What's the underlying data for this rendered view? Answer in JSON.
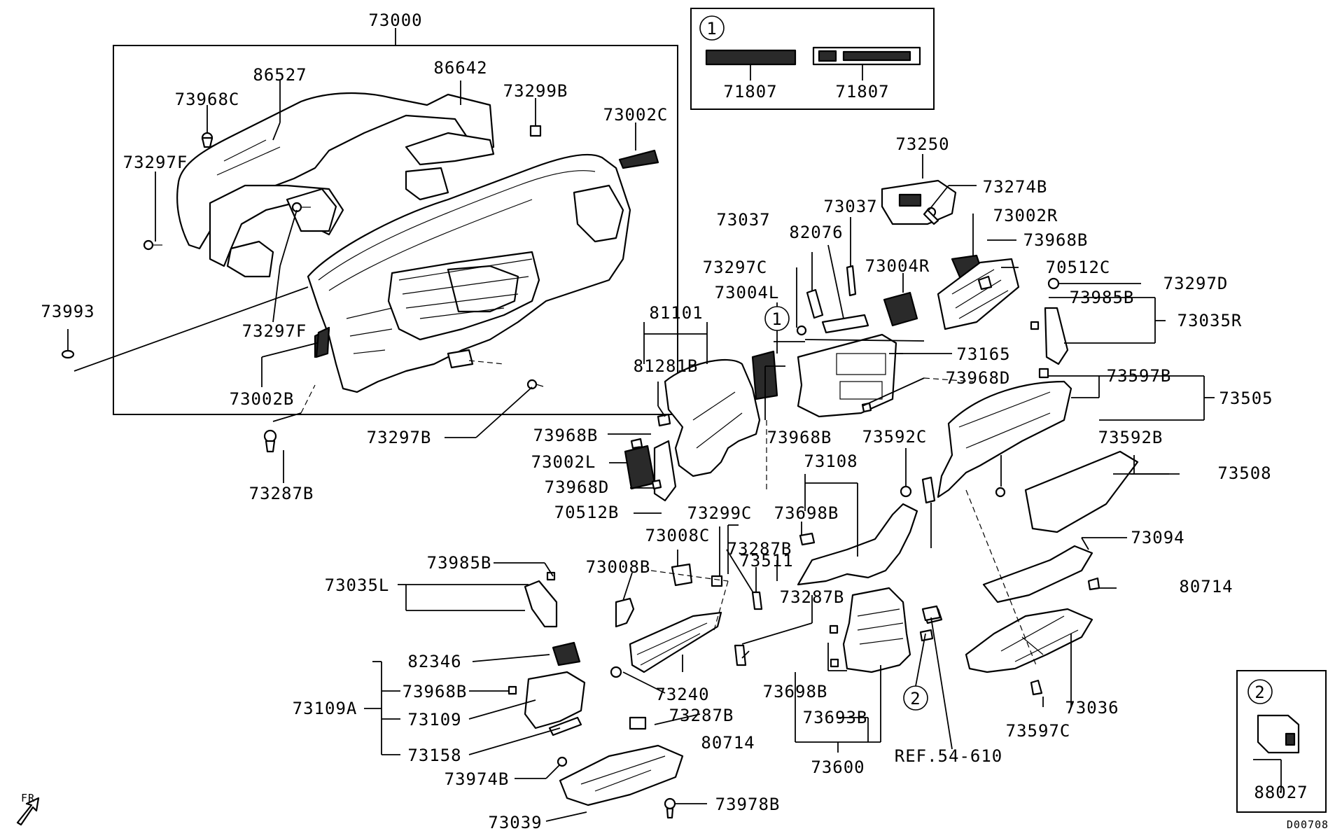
{
  "diagram": {
    "drawing_code": "D00708",
    "orientation_label": "FR",
    "part_numbers": {
      "p73000": "73000",
      "p86527": "86527",
      "p86642": "86642",
      "p73968C": "73968C",
      "p73299B": "73299B",
      "p73002C": "73002C",
      "p73297F_a": "73297F",
      "p73297F_b": "73297F",
      "p73993": "73993",
      "p73002B": "73002B",
      "p73297B": "73297B",
      "p73287B_a": "73287B",
      "p71807_a": "71807",
      "p71807_b": "71807",
      "p73250": "73250",
      "p73274B": "73274B",
      "p73037_a": "73037",
      "p73002R": "73002R",
      "p73037_b": "73037",
      "p82076": "82076",
      "p73968B_a": "73968B",
      "p73297C": "73297C",
      "p73004R": "73004R",
      "p70512C": "70512C",
      "p73297D": "73297D",
      "p73004L": "73004L",
      "p73985B_a": "73985B",
      "p73035R": "73035R",
      "p81101": "81101",
      "p73165": "73165",
      "p81281B": "81281B",
      "p73968D_a": "73968D",
      "p73597B": "73597B",
      "p73505": "73505",
      "p73968B_b": "73968B",
      "p73968B_c": "73968B",
      "p73592C": "73592C",
      "p73002L": "73002L",
      "p73592B": "73592B",
      "p73108": "73108",
      "p73508": "73508",
      "p73968D_b": "73968D",
      "p70512B": "70512B",
      "p73299C": "73299C",
      "p73698B_a": "73698B",
      "p73008C": "73008C",
      "p73287B_b": "73287B",
      "p73094": "73094",
      "p73985B_b": "73985B",
      "p73008B": "73008B",
      "p73511": "73511",
      "p80714_a": "80714",
      "p73035L": "73035L",
      "p73287B_c": "73287B",
      "p82346": "82346",
      "p73240": "73240",
      "p73968B_d": "73968B",
      "p73109A": "73109A",
      "p73109": "73109",
      "p73287B_d": "73287B",
      "p73698B_b": "73698B",
      "p73036": "73036",
      "p73693B": "73693B",
      "p73597C": "73597C",
      "p80714_b": "80714",
      "p73158": "73158",
      "p73600": "73600",
      "ref54610": "REF.54-610",
      "p73974B": "73974B",
      "p88027": "88027",
      "p73978B": "73978B",
      "p73039": "73039"
    },
    "callouts": {
      "c1_box": "1",
      "c1_main": "1",
      "c2_main": "2",
      "c2_box": "2"
    }
  }
}
